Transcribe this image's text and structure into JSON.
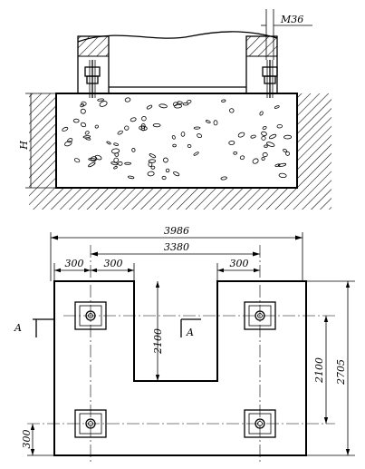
{
  "annotations": {
    "bolt_size": "M36",
    "height_symbol": "H",
    "section_left": "A",
    "section_right": "A"
  },
  "dimensions": {
    "overall_width": "3986",
    "bolt_span": "3380",
    "edge_left": "300",
    "edge_mid": "300",
    "edge_right": "300",
    "slot_depth": "2100",
    "bolt_row_spacing": "2100",
    "overall_height": "2705",
    "edge_bottom": "300"
  },
  "colors": {
    "ink": "#000000",
    "paper": "#ffffff"
  }
}
